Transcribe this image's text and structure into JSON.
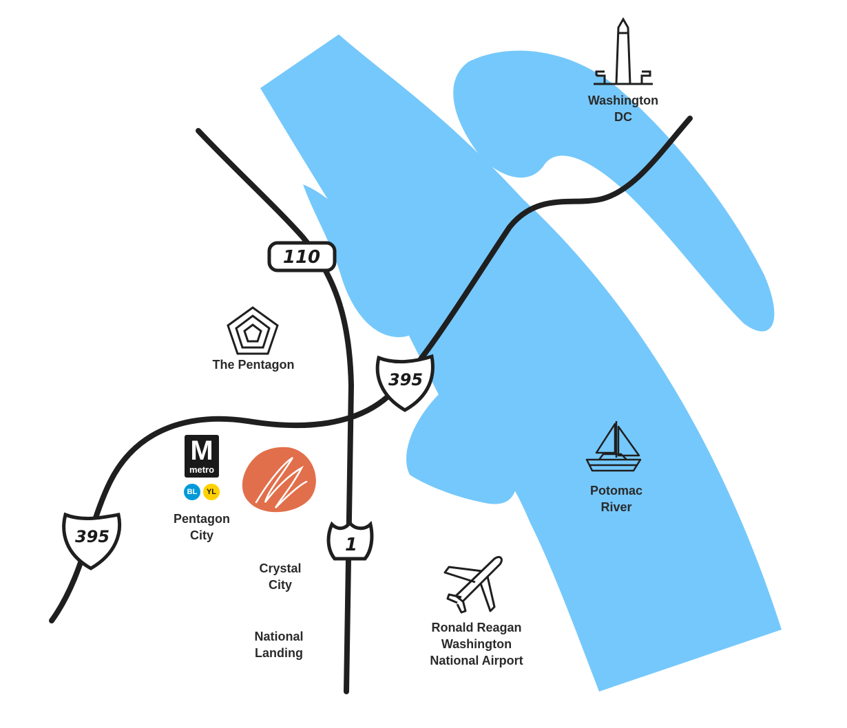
{
  "colors": {
    "water": "#75c8fb",
    "road": "#1f1f1f",
    "marker": "#e26f4b",
    "blue_line": "#0099d8",
    "yellow_line": "#ffd100"
  },
  "places": {
    "washington_dc": {
      "line1": "Washington",
      "line2": "DC",
      "icon": "washington-monument-icon"
    },
    "pentagon": {
      "line1": "The Pentagon",
      "icon": "pentagon-icon"
    },
    "pentagon_city": {
      "line1": "Pentagon",
      "line2": "City"
    },
    "crystal_city": {
      "line1": "Crystal",
      "line2": "City"
    },
    "national_landing": {
      "line1": "National",
      "line2": "Landing"
    },
    "airport": {
      "line1": "Ronald Reagan",
      "line2": "Washington",
      "line3": "National Airport",
      "icon": "airplane-icon"
    },
    "potomac": {
      "line1": "Potomac",
      "line2": "River",
      "icon": "sailboat-icon"
    }
  },
  "highways": {
    "route_110": "110",
    "i395_north": "395",
    "i395_south": "395",
    "us_1": "1"
  },
  "metro": {
    "letter": "M",
    "word": "metro",
    "lines": [
      "BL",
      "YL"
    ]
  },
  "marker": {
    "icon": "location-marker-icon"
  }
}
